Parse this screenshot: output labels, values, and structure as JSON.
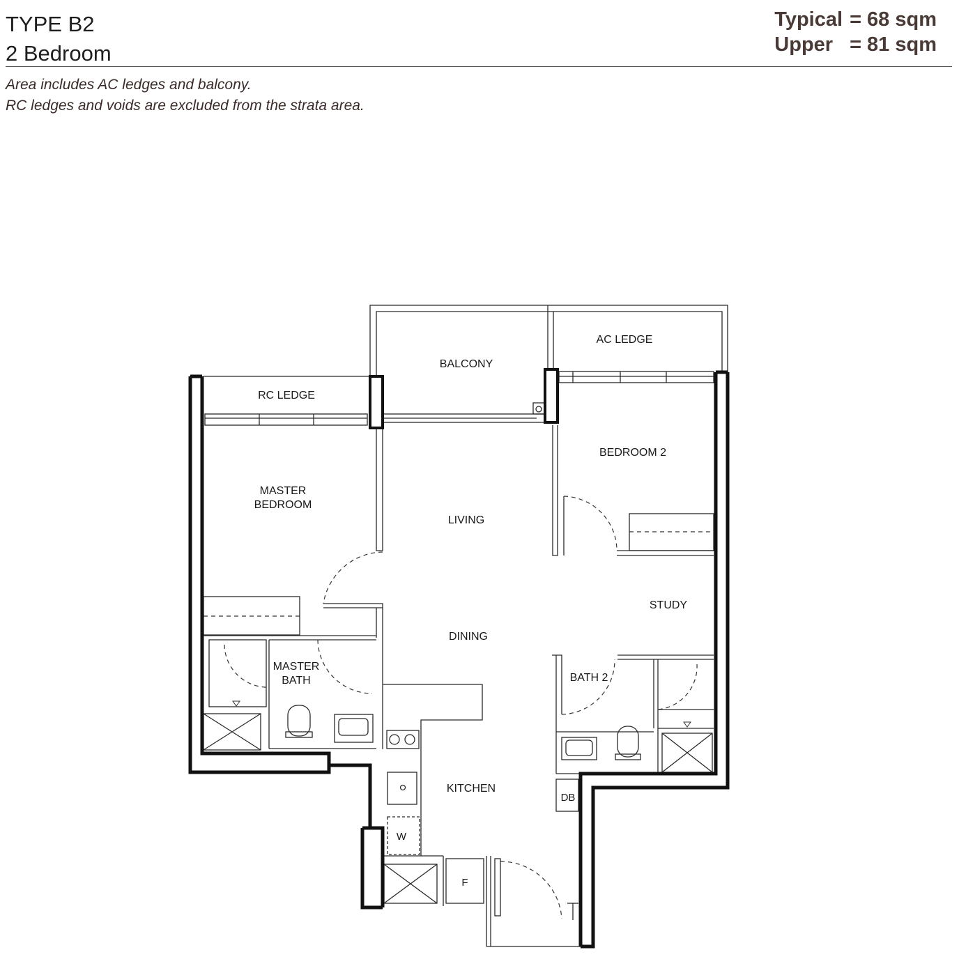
{
  "header": {
    "unit_type": "TYPE B2",
    "bedrooms": "2 Bedroom",
    "areas": [
      {
        "label": "Typical",
        "value": "= 68 sqm"
      },
      {
        "label": "Upper",
        "value": "= 81 sqm"
      }
    ]
  },
  "notes": [
    "Area includes AC ledges and balcony.",
    "RC ledges and voids are excluded from the strata area."
  ],
  "rooms": {
    "balcony": "BALCONY",
    "ac_ledge": "AC LEDGE",
    "rc_ledge": "RC LEDGE",
    "bedroom_2": "BEDROOM 2",
    "master_bedroom_1": "MASTER",
    "master_bedroom_2": "BEDROOM",
    "living": "LIVING",
    "study": "STUDY",
    "dining": "DINING",
    "master_bath_1": "MASTER",
    "master_bath_2": "BATH",
    "bath_2": "BATH 2",
    "kitchen": "KITCHEN",
    "db": "DB",
    "washer": "W",
    "fridge": "F"
  }
}
